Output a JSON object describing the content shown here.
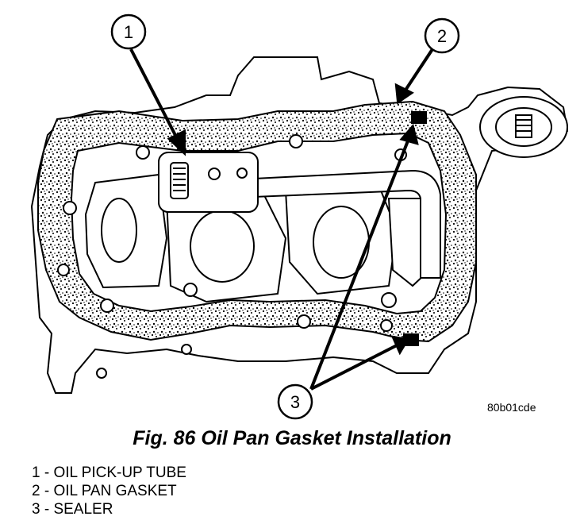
{
  "figure": {
    "callouts": [
      {
        "number": "1"
      },
      {
        "number": "2"
      },
      {
        "number": "3"
      }
    ],
    "image_code": "80b01cde",
    "caption": "Fig. 86 Oil Pan Gasket Installation"
  },
  "legend": [
    {
      "text": "1 - OIL PICK-UP TUBE"
    },
    {
      "text": "2 - OIL PAN GASKET"
    },
    {
      "text": "3 - SEALER"
    }
  ]
}
